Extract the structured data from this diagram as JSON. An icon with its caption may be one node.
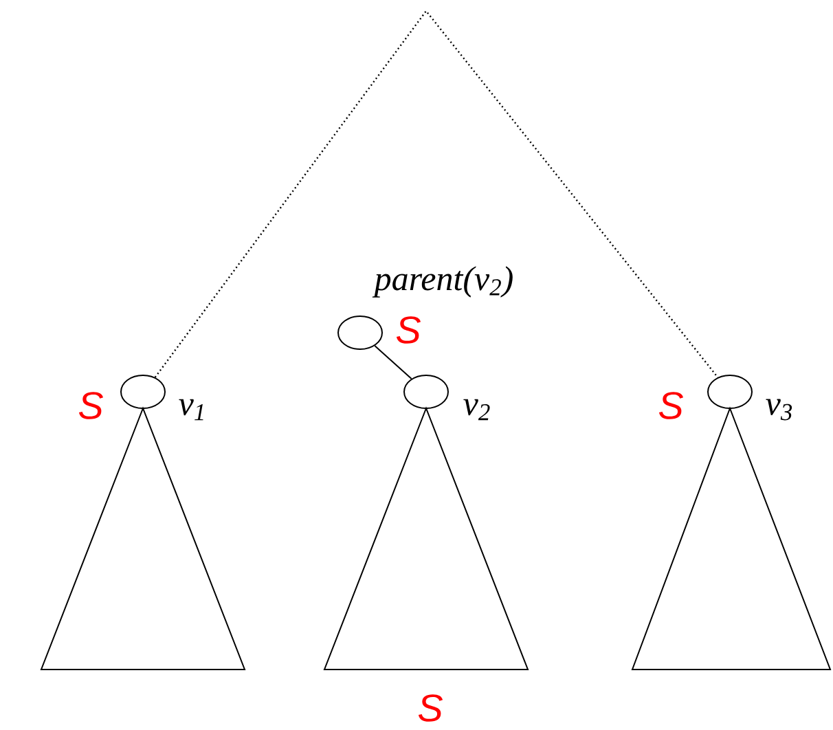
{
  "diagram": {
    "nodes": [
      {
        "text": [],
        "shape": "circle",
        "beside": [
          "*parent*(ν$_{2}$)",
          "S"
        ]
      },
      {
        "text": [],
        "shape": "circle",
        "beside": [
          "S",
          "ν$_{1}$"
        ]
      },
      {
        "text": [],
        "shape": "circle",
        "beside": [
          "ν$_{2}$"
        ]
      },
      {
        "text": [],
        "shape": "circle",
        "beside": [
          "ν$_{3}$"
        ]
      },
      {
        "text": [],
        "shape": "triangle"
      },
      {
        "text": [],
        "shape": "triangle",
        "beside": [
          "S"
        ]
      },
      {
        "text": [],
        "shape": "triangle"
      }
    ],
    "edges": [
      {
        "from": 1,
        "to": 3,
        "arrow": "none",
        "style": "dashed"
      },
      {
        "from": 0,
        "to": 2,
        "arrow": "none"
      }
    ],
    "labels": [
      "S"
    ]
  }
}
